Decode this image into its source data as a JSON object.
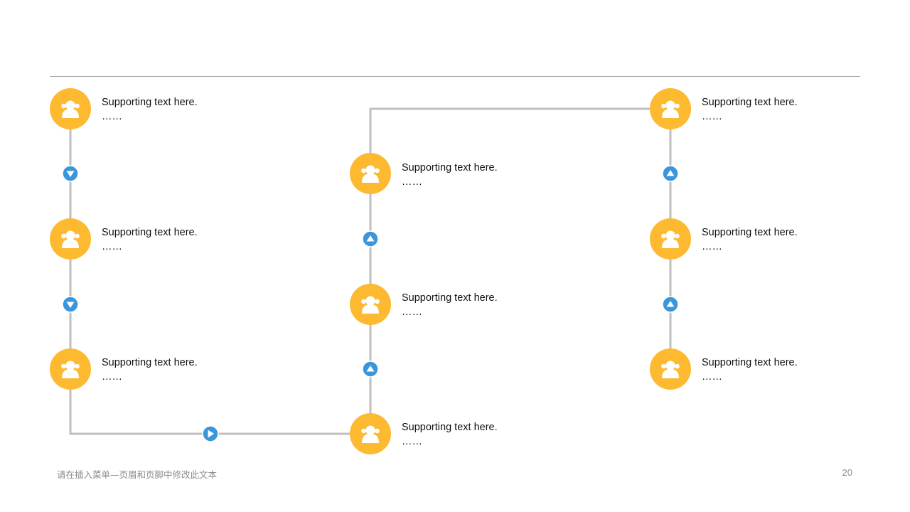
{
  "nodes": [
    {
      "title": "Supporting  text here.",
      "detail": "……"
    },
    {
      "title": "Supporting  text here.",
      "detail": "……"
    },
    {
      "title": "Supporting  text here.",
      "detail": "……"
    },
    {
      "title": "Supporting  text here.",
      "detail": "……"
    },
    {
      "title": "Supporting  text here.",
      "detail": "……"
    },
    {
      "title": "Supporting  text here.",
      "detail": "……"
    },
    {
      "title": "Supporting  text here.",
      "detail": "……"
    },
    {
      "title": "Supporting  text here.",
      "detail": "……"
    },
    {
      "title": "Supporting  text here.",
      "detail": "……"
    },
    {
      "title": "Supporting  text here.",
      "detail": "……"
    }
  ],
  "arrows": [
    {
      "direction": "down"
    },
    {
      "direction": "down"
    },
    {
      "direction": "right"
    },
    {
      "direction": "up"
    },
    {
      "direction": "up"
    },
    {
      "direction": "up"
    },
    {
      "direction": "up"
    }
  ],
  "footer": {
    "text": "请在插入菜单—页眉和页脚中修改此文本",
    "page_number": "20"
  },
  "colors": {
    "node": "#FDBA31",
    "arrow": "#3A96DB",
    "connector": "#BFBFBF",
    "rule": "#A6A6A6",
    "icon": "#FFFFFF"
  },
  "icons": {
    "node": "user-group-icon"
  }
}
